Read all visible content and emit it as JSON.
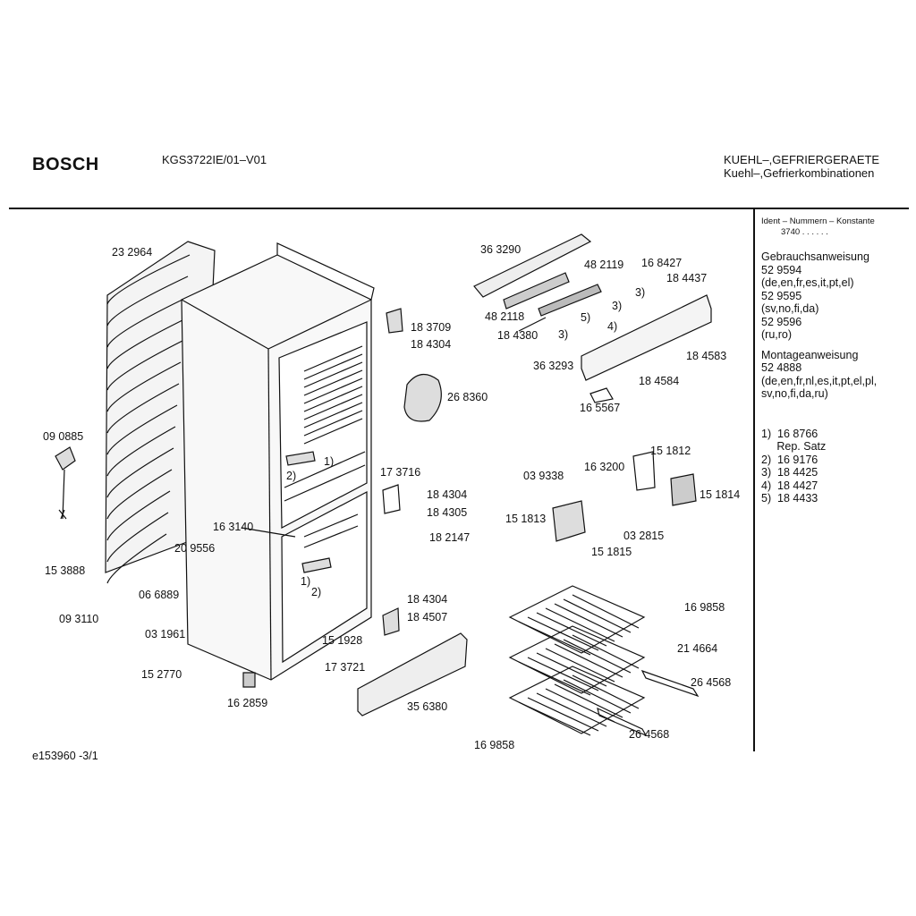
{
  "header": {
    "brand": "BOSCH",
    "model": "KGS3722IE/01–V01",
    "category_line1": "KUEHL–,GEFRIERGERAETE",
    "category_line2": "Kuehl–,Gefrierkombinationen"
  },
  "sidebar": {
    "ident_label": "Ident – Nummern – Konstante",
    "ident_value": "3740  .  .    .  .  .  .",
    "gebrauch_title": "Gebrauchsanweisung",
    "gebrauch": [
      "52 9594",
      "(de,en,fr,es,it,pt,el)",
      "52 9595",
      "(sv,no,fi,da)",
      "52 9596",
      "(ru,ro)"
    ],
    "montage_title": "Montageanweisung",
    "montage": [
      "52 4888",
      "(de,en,fr,nl,es,it,pt,el,pl,",
      "sv,no,fi,da,ru)"
    ],
    "notes": [
      "1)  16 8766",
      "     Rep. Satz",
      "2)  16 9176",
      "3)  18 4425",
      "4)  18 4427",
      "5)  18 4433"
    ]
  },
  "parts": [
    "23 2964",
    "09 0885",
    "15 3888",
    "09 3110",
    "06 6889",
    "20 9556",
    "03 1961",
    "15 2770",
    "16 2859",
    "16 3140",
    "18 3709",
    "18 4304",
    "26 8360",
    "17 3716",
    "18 4304",
    "18 4305",
    "18 2147",
    "18 4304",
    "18 4507",
    "15 1928",
    "17 3721",
    "35 6380",
    "36 3290",
    "48 2119",
    "16 8427",
    "18 4437",
    "48 2118",
    "18 4380",
    "36 3293",
    "18 4583",
    "18 4584",
    "16 5567",
    "15 1812",
    "16 3200",
    "03 9338",
    "15 1814",
    "15 1813",
    "03 2815",
    "15 1815",
    "16 9858",
    "21 4664",
    "26 4568",
    "16 9858",
    "26 4568"
  ],
  "callouts": [
    "1)",
    "2)",
    "1)",
    "2)",
    "3)",
    "3)",
    "5)",
    "4)",
    "3)"
  ],
  "footer": "e153960   -3/1"
}
